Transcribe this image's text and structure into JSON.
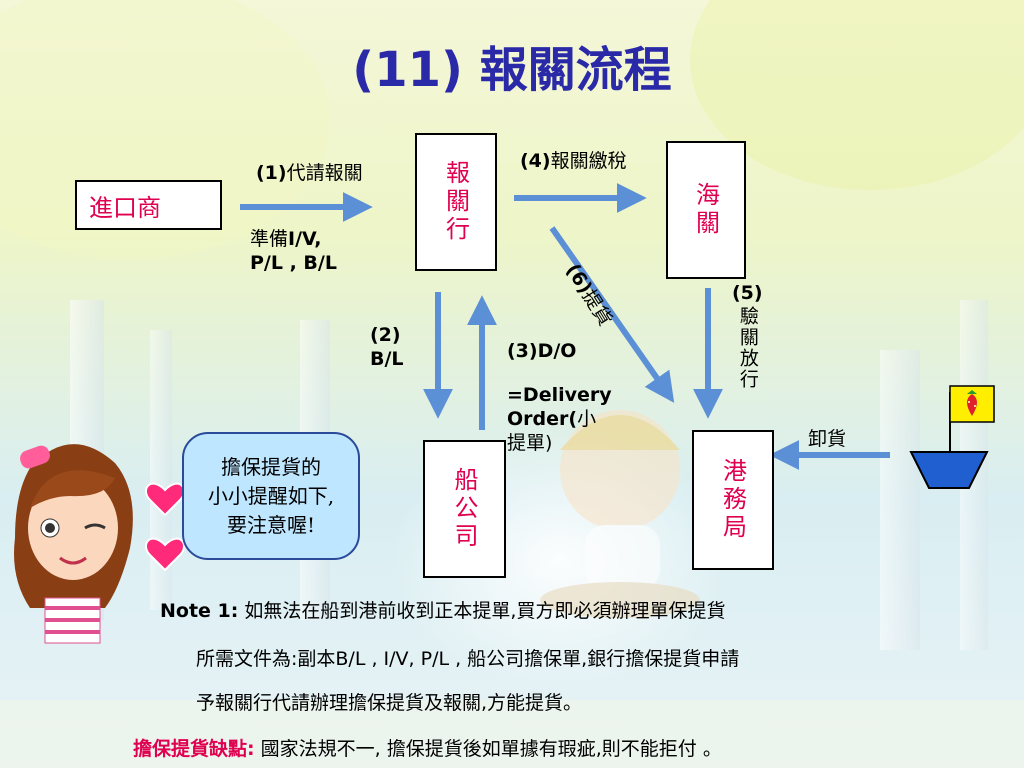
{
  "title": "(11) 報關流程",
  "nodes": {
    "importer": "進口商",
    "broker": "報關行",
    "customs": "海關",
    "shipping": "船公司",
    "port": "港務局"
  },
  "labels": {
    "step1_num": "(1)",
    "step1_text": "代請報關",
    "step1_docs_a": "準備",
    "step1_docs_b": "I/V,",
    "step1_docs_c": "P/L , B/L",
    "step2_num": "(2)",
    "step2_text": "B/L",
    "step3_a": "(3)D/O",
    "step3_b": "=Delivery",
    "step3_c": "Order(",
    "step3_d": "小",
    "step3_e": "提單)",
    "step4_num": "(4)",
    "step4_text": "報關繳稅",
    "step5_num": "(5)",
    "step5_text": "驗關放行",
    "step6_num": "(6)",
    "step6_text": "提貨",
    "unload": "卸貨"
  },
  "bubble": {
    "line1": "擔保提貨的",
    "line2": "小小提醒如下,",
    "line3": "要注意喔!"
  },
  "notes": {
    "note1_label": "Note 1:",
    "note1_line1": "如無法在船到港前收到正本提單,買方即必須辦理單保提貨",
    "note1_line2": "所需文件為:副本B/L , I/V, P/L , 船公司擔保單,銀行擔保提貨申請",
    "note1_line3": "予報關行代請辦理擔保提貨及報關,方能提貨。",
    "drawback_label": "擔保提貨缺點:",
    "drawback_text": "國家法規不一, 擔保提貨後如單據有瑕疵,則不能拒付 。"
  },
  "colors": {
    "title": "#2a2aa8",
    "node_text": "#e00050",
    "arrow": "#5b8fd6",
    "bubble_fill": "#bfe6ff"
  },
  "icons": [
    "girl-character-icon",
    "heart-icon",
    "strawberry-flag-icon",
    "boat-icon",
    "sitting-child-icon",
    "tree-icon"
  ]
}
